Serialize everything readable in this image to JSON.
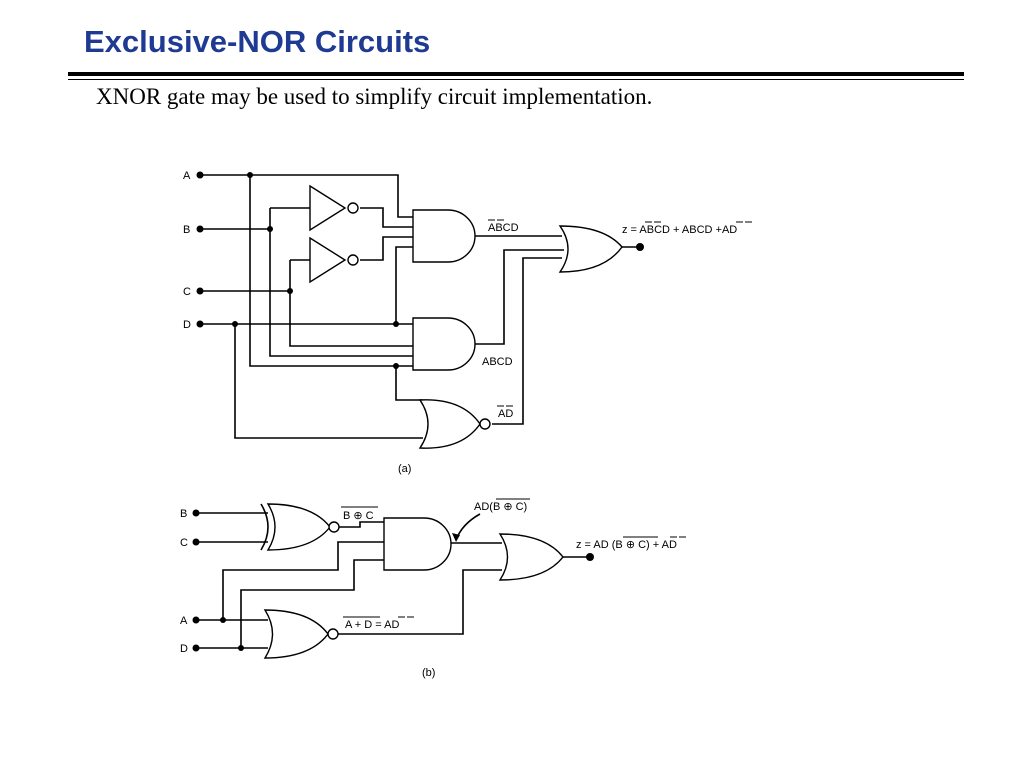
{
  "slide": {
    "title": "Exclusive-NOR Circuits",
    "subtitle": "XNOR gate may be used to simplify circuit implementation."
  },
  "figure_a": {
    "inputs": [
      "A",
      "B",
      "C",
      "D"
    ],
    "and1_output": "ABCD",
    "and2_output": "ABCD",
    "nor_output": "AD",
    "result": "z = ABCD + ABCD +AD",
    "caption": "(a)"
  },
  "figure_b": {
    "inputs": [
      "B",
      "C",
      "A",
      "D"
    ],
    "xnor_output": "B ⊕ C",
    "and_output": "AD(B ⊕ C)",
    "nor_output": "A + D = AD",
    "result": "z = AD (B ⊕ C) + AD",
    "caption": "(b)"
  }
}
